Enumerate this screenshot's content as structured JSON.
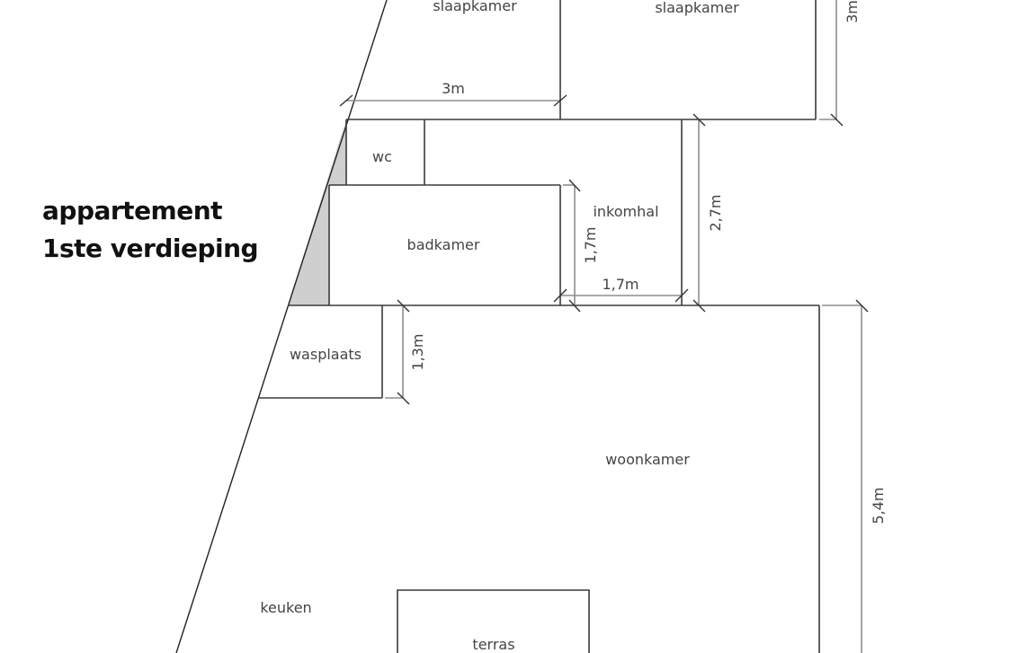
{
  "title": {
    "line1": "appartement",
    "line2": "1ste verdieping"
  },
  "rooms": {
    "slaapkamer_left": "slaapkamer",
    "slaapkamer_right": "slaapkamer",
    "wc": "wc",
    "badkamer": "badkamer",
    "inkomhal": "inkomhal",
    "wasplaats": "wasplaats",
    "woonkamer": "woonkamer",
    "keuken": "keuken",
    "terras": "terras"
  },
  "dimensions": {
    "slaapkamer_width": "3m",
    "slaapkamer_height": "3m",
    "inkomhal_height": "1,7m",
    "inkomhal_width": "1,7m",
    "hall_height": "2,7m",
    "wasplaats_height": "1,3m",
    "woonkamer_height": "5,4m"
  },
  "colors": {
    "wall": "#3a3a3a",
    "dimension_line": "#8e8e8e",
    "shaft_fill": "#cfcfcf",
    "text": "#444444"
  }
}
